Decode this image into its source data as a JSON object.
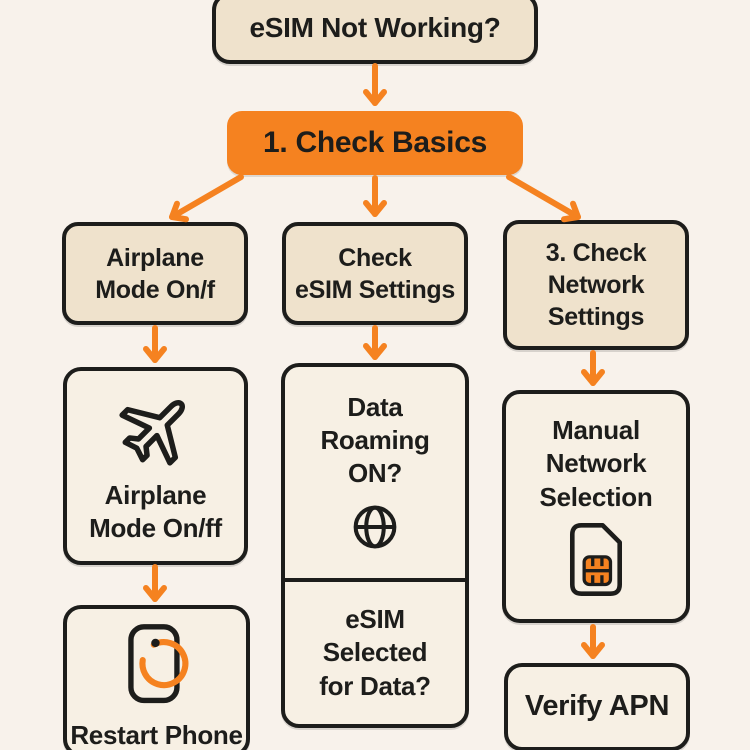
{
  "palette": {
    "background": "#F8F2EB",
    "label_box_fill": "#EFE2CC",
    "icon_box_fill": "#F7F0E4",
    "accent_orange": "#F58220",
    "outline": "#1D1D1B",
    "text": "#1D1D1B"
  },
  "nodes": {
    "title": "eSIM Not Working?",
    "check_basics": "1. Check Basics",
    "airplane_branch": "Airplane\nMode On/f",
    "esim_branch": "Check\neSIM Settings",
    "network_branch": "3. Check\nNetwork\nSettings",
    "airplane_detail": "Airplane\nMode On/ff",
    "restart_phone": "Restart Phone",
    "data_roaming": "Data\nRoaming\nON?",
    "esim_selected": "eSIM\nSelected\nfor Data?",
    "manual_network": "Manual\nNetwork\nSelection",
    "verify_apn": "Verify APN"
  },
  "icons": {
    "airplane": "airplane-icon",
    "globe": "globe-icon",
    "restart_phone": "restart-phone-icon",
    "sim_card": "sim-card-icon"
  }
}
